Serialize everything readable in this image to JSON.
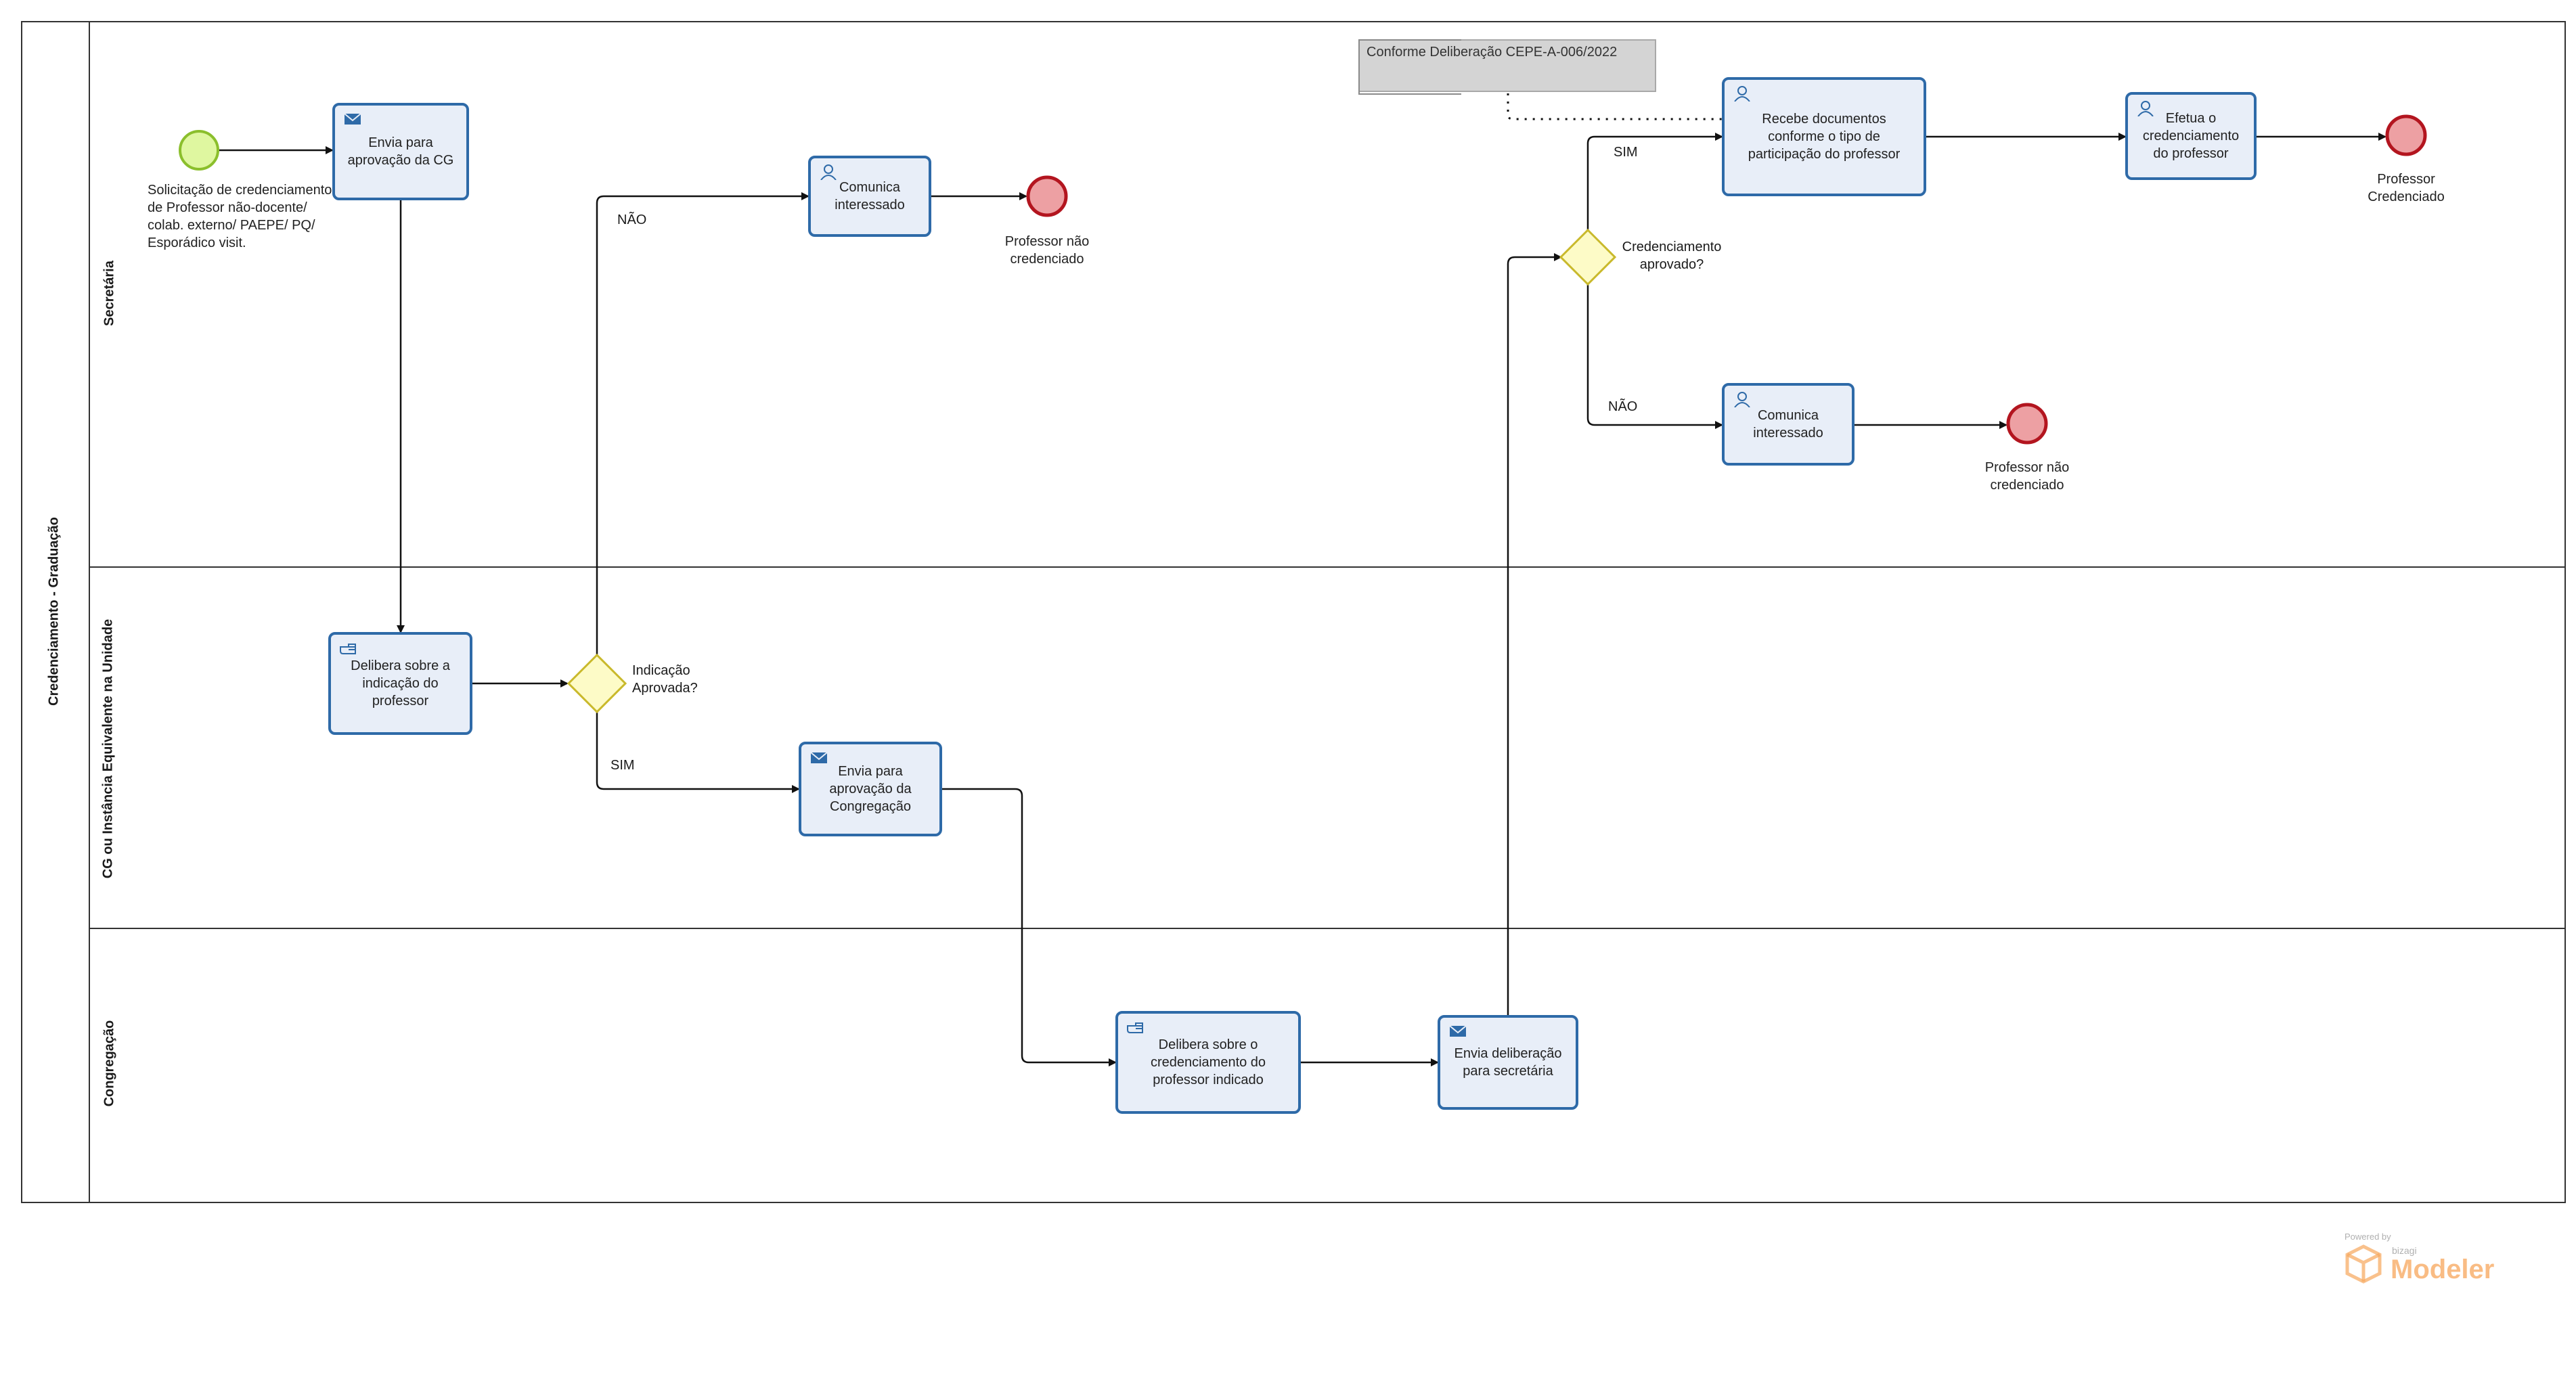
{
  "pool": {
    "title": "Credenciamento  -  Graduação"
  },
  "lanes": [
    {
      "id": "secretaria",
      "title": "Secretária"
    },
    {
      "id": "cg",
      "title": "CG ou Instância Equivalente na Unidade"
    },
    {
      "id": "congregacao",
      "title": "Congregação"
    }
  ],
  "start_event": {
    "label": "Solicitação de credenciamento de Professor não-docente/ colab. externo/ PAEPE/ PQ/ Esporádico visit."
  },
  "tasks": {
    "envia_cg": "Envia para aprovação da CG",
    "comunica_1": "Comunica interessado",
    "delibera_indicacao": "Delibera sobre a indicação do professor",
    "envia_congregacao": "Envia para aprovação da Congregação",
    "delibera_cred": "Delibera sobre o credenciamento do professor indicado",
    "envia_delib": "Envia deliberação para secretária",
    "recebe_docs": "Recebe documentos conforme o tipo de participação do professor",
    "efetua_cred": "Efetua o credenciamento do professor",
    "comunica_2": "Comunica interessado"
  },
  "gateways": {
    "indicacao": "Indicação Aprovada?",
    "credenciamento": "Credenciamento aprovado?"
  },
  "end_events": {
    "nao_cred_1": "Professor não credenciado",
    "credenciado": "Professor Credenciado",
    "nao_cred_2": "Professor não credenciado"
  },
  "flow_labels": {
    "nao_1": "NÃO",
    "sim_1": "SIM",
    "sim_2": "SIM",
    "nao_2": "NÃO"
  },
  "annotation": {
    "text": "Conforme Deliberação CEPE-A-006/2022"
  },
  "branding": {
    "powered_by": "Powered by",
    "company": "bizagi",
    "product": "Modeler"
  },
  "colors": {
    "task_fill": "#e8eef8",
    "task_border": "#2e6aa8",
    "start_fill": "#dff7a0",
    "start_border": "#8bbf2c",
    "end_fill": "#eda0a3",
    "end_border": "#b3151f",
    "gateway_fill": "#fdfbc7",
    "gateway_border": "#c9b92b",
    "brand_orange": "#f7a65b"
  }
}
